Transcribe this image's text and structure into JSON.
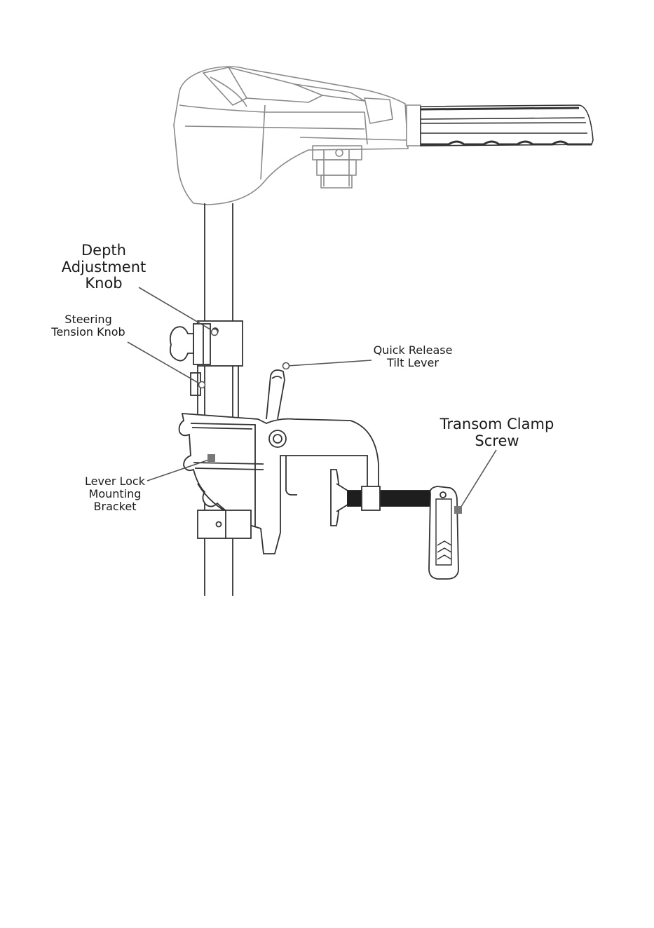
{
  "callouts": {
    "depth_adjustment_knob": [
      "Depth",
      "Adjustment",
      "Knob"
    ],
    "steering_tension_knob": [
      "Steering",
      "Tension Knob"
    ],
    "quick_release_tilt_lever": [
      "Quick Release",
      "Tilt Lever"
    ],
    "transom_clamp_screw": [
      "Transom Clamp",
      "Screw"
    ],
    "lever_lock_mounting_bracket": [
      "Lever Lock",
      "Mounting",
      "Bracket"
    ]
  },
  "colors": {
    "line": "#333333",
    "light_line": "#8a8a8a",
    "screw": "#1e1e1e",
    "marker": "#777777"
  }
}
